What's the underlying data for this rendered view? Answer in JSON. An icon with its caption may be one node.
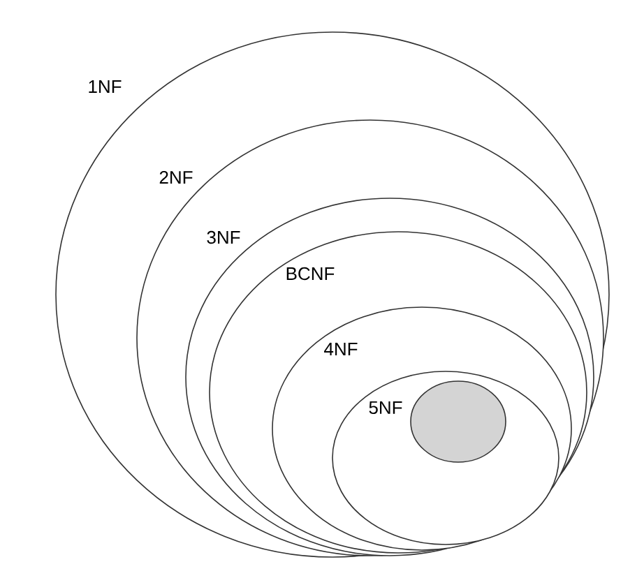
{
  "diagram": {
    "nodes": [
      {
        "text": [
          "1NF"
        ]
      },
      {
        "text": [
          "2NF"
        ],
        "in": 0
      },
      {
        "text": [
          "3NF"
        ],
        "in": 1
      },
      {
        "text": [
          "BCNF"
        ],
        "in": 2
      },
      {
        "text": [
          "4NF"
        ],
        "in": 3
      },
      {
        "text": [
          "5NF"
        ],
        "in": 4
      },
      {
        "text": [],
        "shape": "ellipse",
        "in": 5
      }
    ]
  }
}
